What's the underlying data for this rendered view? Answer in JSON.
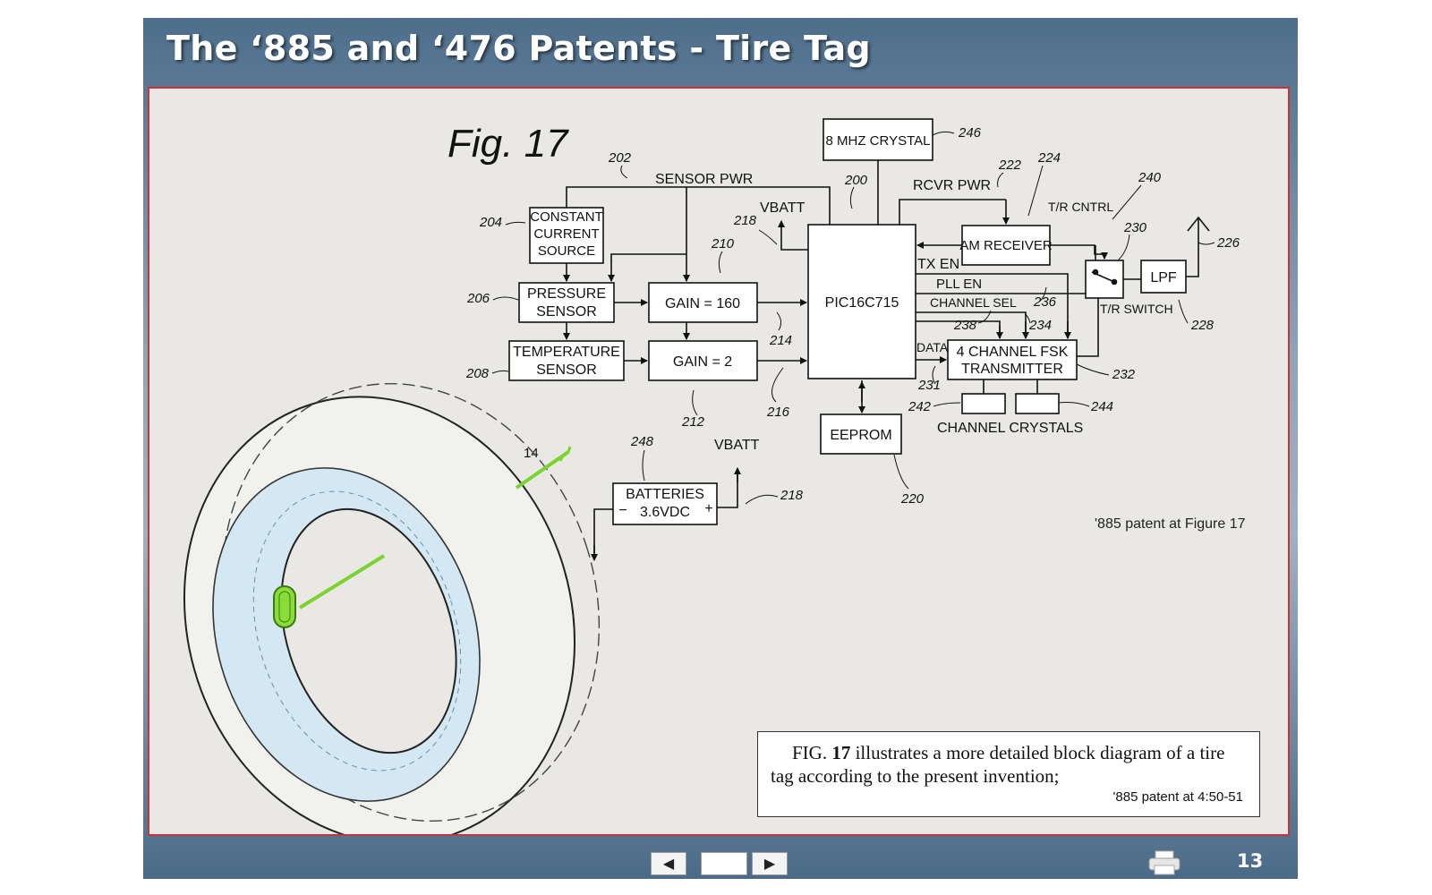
{
  "slide": {
    "title": "The ‘885 and ‘476 Patents - Tire Tag",
    "page_number": "13"
  },
  "figure": {
    "fig_label": "Fig. 17",
    "citation": "'885 patent at Figure 17",
    "blocks": {
      "crystal": "8 MHZ CRYSTAL",
      "ccs": [
        "CONSTANT",
        "CURRENT",
        "SOURCE"
      ],
      "pressure": [
        "PRESSURE",
        "SENSOR"
      ],
      "temperature": [
        "TEMPERATURE",
        "SENSOR"
      ],
      "gain160": "GAIN = 160",
      "gain2": "GAIN = 2",
      "pic": "PIC16C715",
      "am_receiver": "AM RECEIVER",
      "lpf": "LPF",
      "fsk": [
        "4 CHANNEL FSK",
        "TRANSMITTER"
      ],
      "eeprom": "EEPROM",
      "batteries": [
        "BATTERIES",
        "3.6VDC"
      ],
      "minus": "−",
      "plus": "+"
    },
    "signals": {
      "sensor_pwr": "SENSOR PWR",
      "vbatt": "VBATT",
      "rcvr_pwr": "RCVR PWR",
      "tr_cntrl": "T/R CNTRL",
      "tx_en": "TX EN",
      "pll_en": "PLL EN",
      "channel_sel": "CHANNEL SEL",
      "data": "DATA",
      "tr_switch": "T/R SWITCH",
      "channel_crystals": "CHANNEL CRYSTALS"
    },
    "refs": {
      "r246": "246",
      "r202": "202",
      "r200": "200",
      "r222": "222",
      "r224": "224",
      "r240": "240",
      "r204": "204",
      "r218a": "218",
      "r210": "210",
      "r230": "230",
      "r226": "226",
      "r206": "206",
      "r236": "236",
      "r238": "238",
      "r234": "234",
      "r228": "228",
      "r214": "214",
      "r208": "208",
      "r232": "232",
      "r231": "231",
      "r242": "242",
      "r244": "244",
      "r212": "212",
      "r216": "216",
      "r248": "248",
      "r218b": "218",
      "r220": "220",
      "r14": "14"
    }
  },
  "quote": {
    "pre": "FIG. ",
    "bold": "17",
    "rest": " illustrates a more detailed block diagram of a tire tag according to the present invention;",
    "cite": "'885 patent at 4:50-51"
  },
  "nav": {
    "prev_icon": "◀",
    "next_icon": "▶"
  },
  "colors": {
    "highlight": "#7bd32e",
    "frame": "#c7343a"
  }
}
